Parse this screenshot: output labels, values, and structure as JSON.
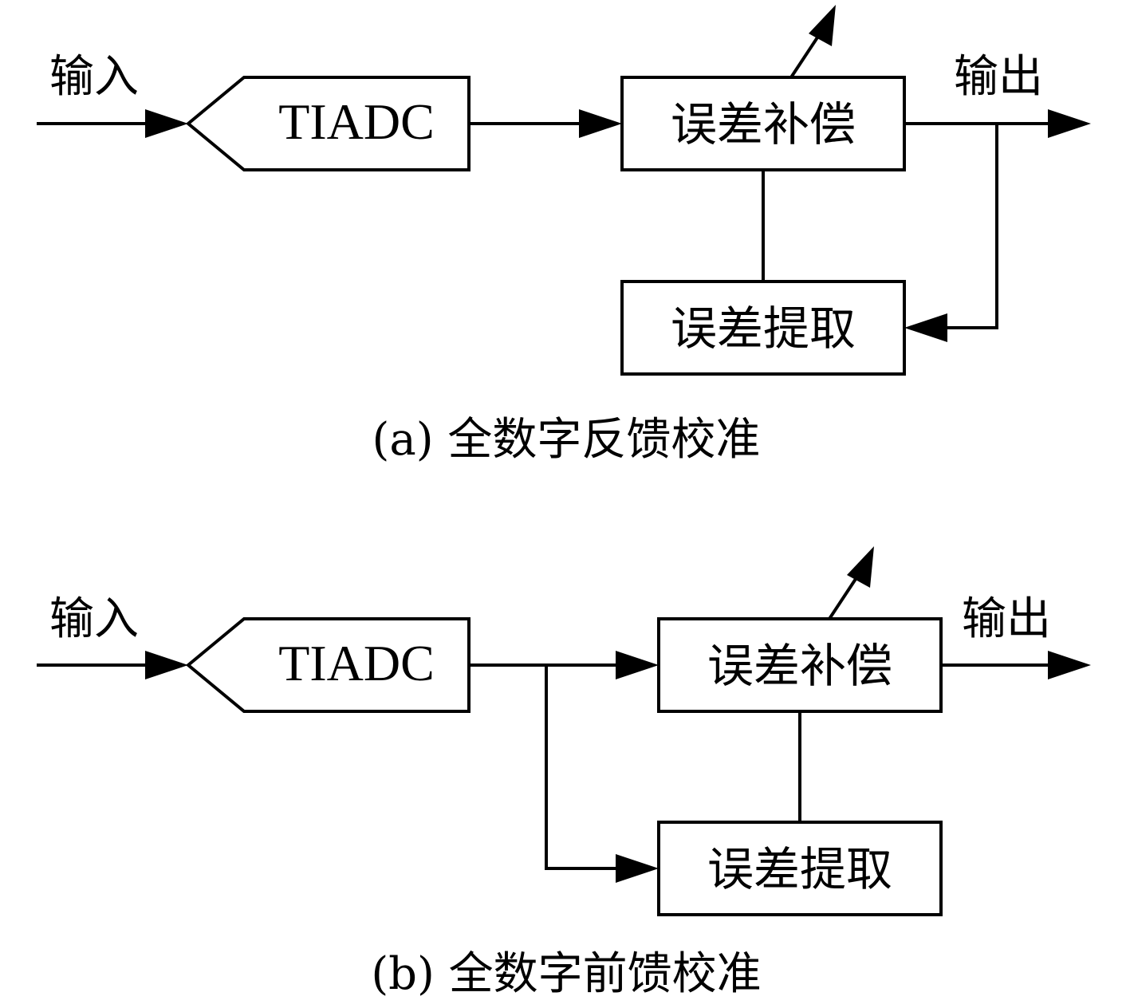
{
  "panels": {
    "a": {
      "input_label": "输入",
      "output_label": "输出",
      "adc_label": "TIADC",
      "compensation_label": "误差补偿",
      "extraction_label": "误差提取",
      "caption": "(a) 全数字反馈校准"
    },
    "b": {
      "input_label": "输入",
      "output_label": "输出",
      "adc_label": "TIADC",
      "compensation_label": "误差补偿",
      "extraction_label": "误差提取",
      "caption": "(b) 全数字前馈校准"
    }
  },
  "colors": {
    "stroke": "#000000",
    "background": "#ffffff"
  }
}
